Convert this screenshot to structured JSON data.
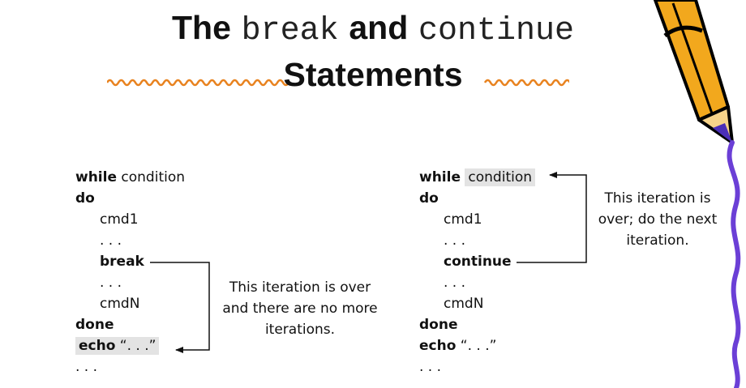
{
  "title": {
    "line1_word1": "The",
    "line1_code1": "break",
    "line1_word2": "and",
    "line1_code2": "continue",
    "line2": "Statements"
  },
  "left_code": {
    "while_kw": "while",
    "condition": "condition",
    "do_kw": "do",
    "cmd1": "cmd1",
    "ellipsis1": ". . .",
    "break_kw": "break",
    "ellipsis2": ". . .",
    "cmdN": "cmdN",
    "done_kw": "done",
    "echo_kw": "echo",
    "echo_arg": "“. . .”",
    "ellipsis3": ". . ."
  },
  "left_note": {
    "line1": "This iteration is over",
    "line2": "and there are no more",
    "line3": "iterations."
  },
  "right_code": {
    "while_kw": "while",
    "condition": "condition",
    "do_kw": "do",
    "cmd1": "cmd1",
    "ellipsis1": ". . .",
    "continue_kw": "continue",
    "ellipsis2": ". . .",
    "cmdN": "cmdN",
    "done_kw": "done",
    "echo_kw": "echo",
    "echo_arg": "“. . .”",
    "ellipsis3": ". . ."
  },
  "right_note": {
    "line1": "This iteration is",
    "line2": "over; do the next",
    "line3": "iteration."
  },
  "colors": {
    "squiggle": "#e8821e",
    "highlight": "#e3e3e3",
    "pencil_body": "#f2a81d",
    "pencil_outline": "#000000",
    "purple_line": "#6b3fd6"
  },
  "icons": [
    "pencil-clipart-icon",
    "arrow-icon"
  ]
}
